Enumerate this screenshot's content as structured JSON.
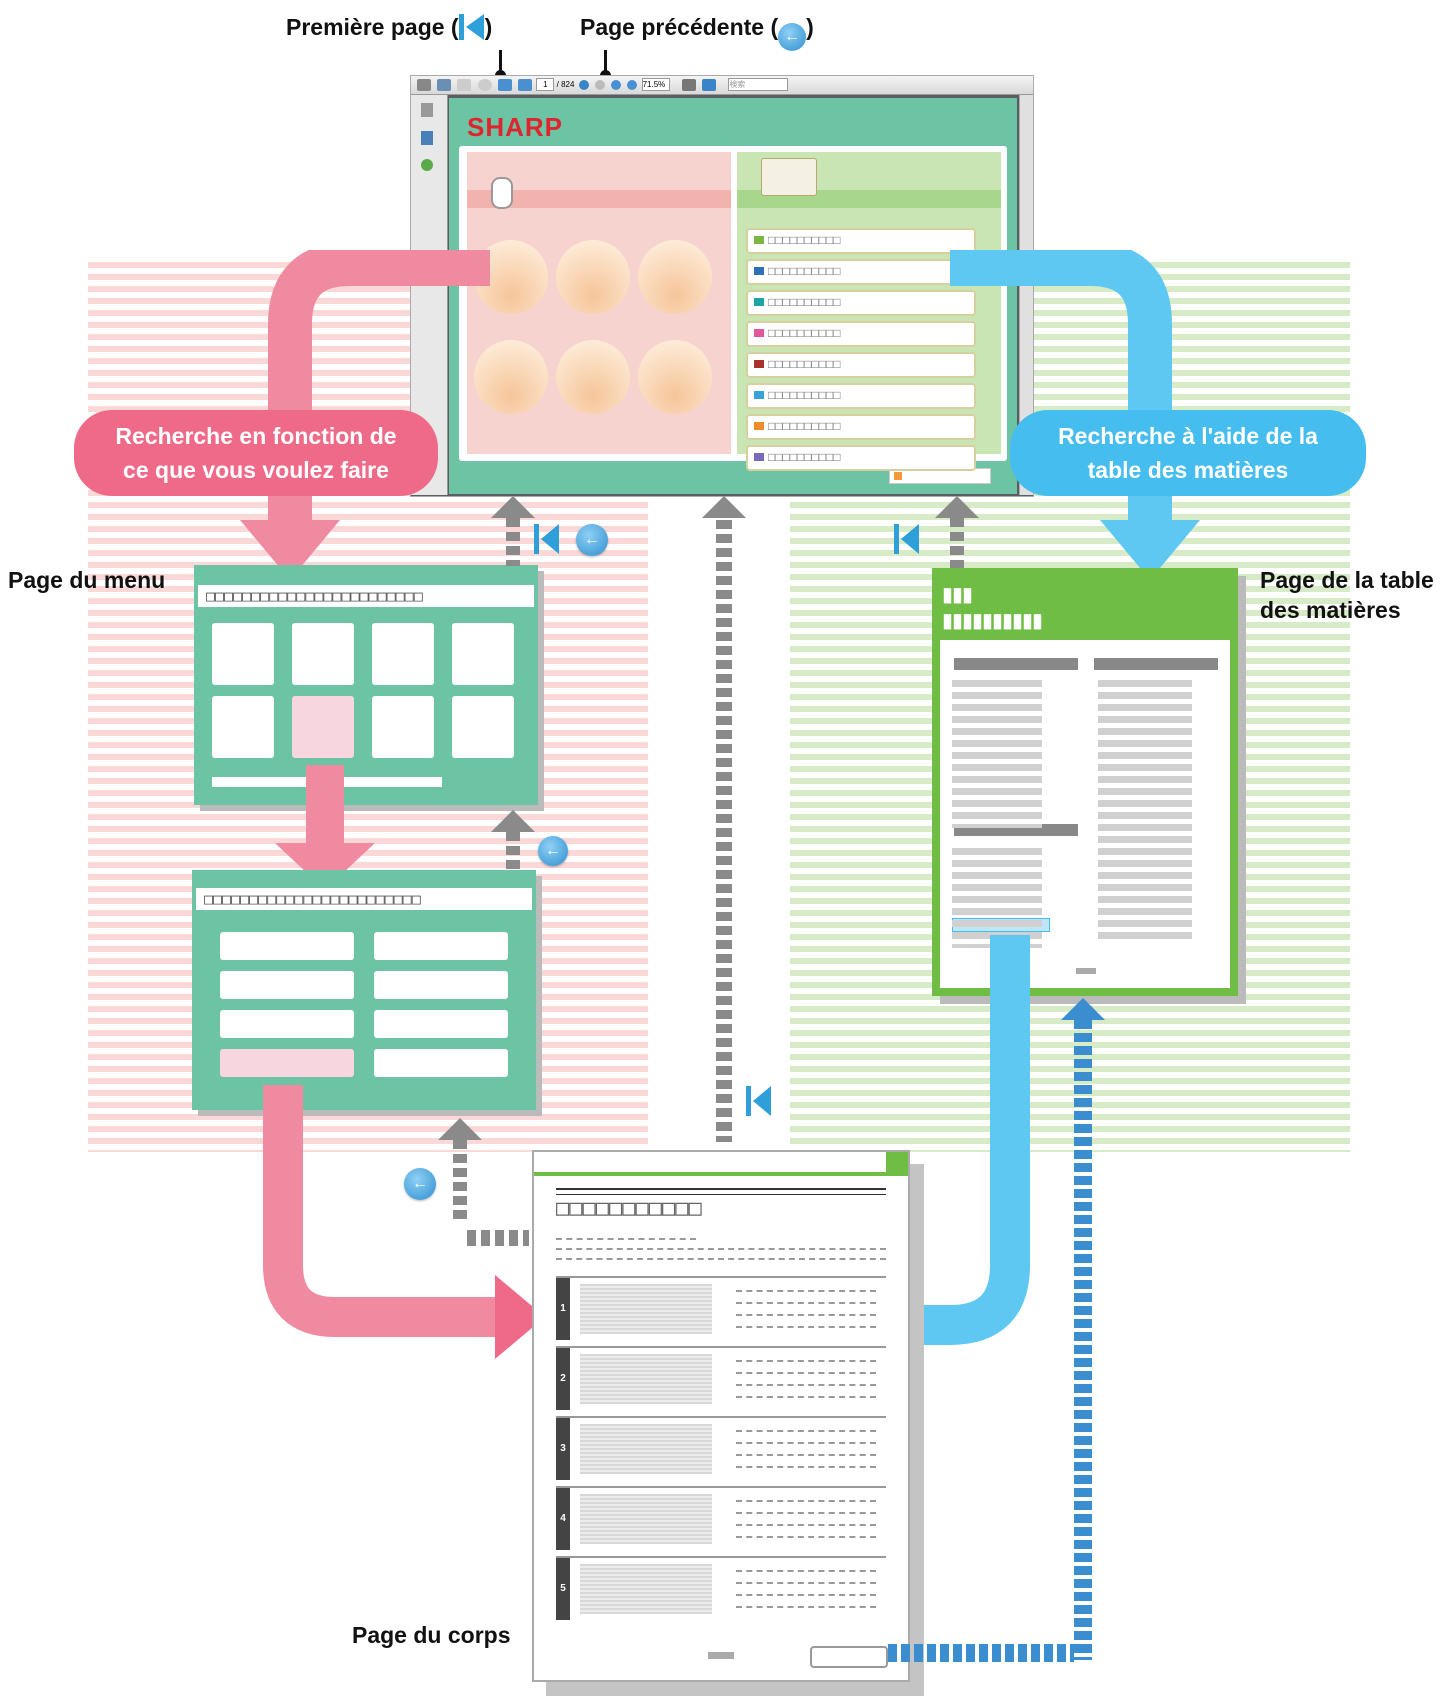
{
  "labels": {
    "first_page": "Première page (",
    "first_page_close": ")",
    "prev_page": "Page précédente (",
    "prev_page_close": ")",
    "menu_page": "Page du menu",
    "toc_page_line1": "Page de la table",
    "toc_page_line2": "des matières",
    "body_page": "Page du corps"
  },
  "pills": {
    "left_line1": "Recherche en fonction de",
    "left_line2": "ce que vous voulez faire",
    "right_line1": "Recherche à l'aide de la",
    "right_line2": "table des matières"
  },
  "viewer": {
    "page_number": "1",
    "page_total": "/ 824",
    "zoom": "71.5%",
    "search_placeholder": "検索",
    "brand": "SHARP"
  },
  "placeholders": {
    "menu_title": "□□□□□□□□□□□□□□□□□□□□□□□□",
    "submenu_title": "□□□□□□□□□□□□□□□□□□□□□□□□",
    "toc_item": "□□□□□□□□□□",
    "body_title": "□□□□□□□□□□□",
    "toc_header_top": "▮▮▮",
    "toc_header_bottom": "▮▮▮▮▮▮▮▮▮▮"
  },
  "body_sections": [
    "1",
    "2",
    "3",
    "4",
    "5"
  ],
  "colors": {
    "pink_arrow": "#ef7d97",
    "blue_arrow": "#4ec3f0",
    "green_page": "#6cc4a4",
    "toc_green": "#6fbd44",
    "gray_dashed": "#8a8a8a",
    "blue_dashed": "#3a8ed0"
  },
  "icons": [
    "first-page-icon",
    "previous-page-icon",
    "mouse-icon",
    "book-icon"
  ]
}
